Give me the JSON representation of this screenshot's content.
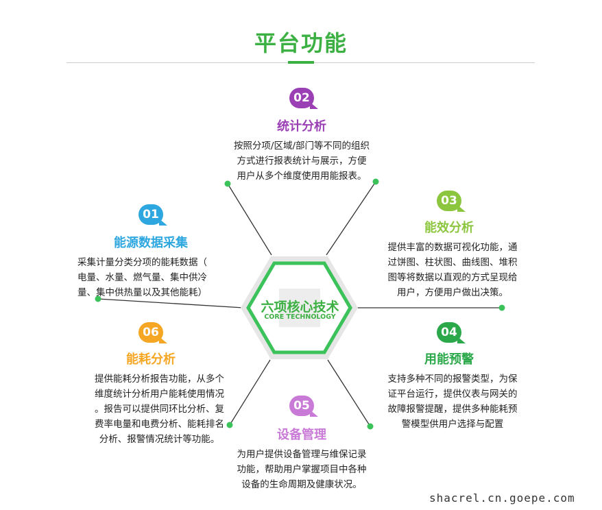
{
  "title": "平台功能",
  "core": {
    "cn": "六项核心技术",
    "en": "CORE TECHNOLOGY"
  },
  "features": [
    {
      "num": "01",
      "title": "能源数据采集",
      "color": "#2ea7e0",
      "lines": [
        "采集计量分类分项的能耗数据（",
        "电量、水量、燃气量、集中供冷",
        "量、集中供热量以及其他能耗）"
      ]
    },
    {
      "num": "02",
      "title": "统计分析",
      "color": "#9b3fb5",
      "lines": [
        "按照分项/区域/部门等不同的组织",
        "方式进行报表统计与展示，方便",
        "用户从多个维度使用用能报表。"
      ]
    },
    {
      "num": "03",
      "title": "能效分析",
      "color": "#8cc63f",
      "lines": [
        "提供丰富的数据可视化功能，通",
        "过饼图、柱状图、曲线图、堆积",
        "图等将数据以直观的方式呈现给",
        "用户，方便用户做出决策。"
      ]
    },
    {
      "num": "04",
      "title": "用能预警",
      "color": "#2aa84a",
      "lines": [
        "支持多种不同的报警类型，为保",
        "证平台运行，提供仪表与网关的",
        "故障报警提醒，提供多种能耗预",
        "警模型供用户选择与配置"
      ]
    },
    {
      "num": "05",
      "title": "设备管理",
      "color": "#c97ad6",
      "lines": [
        "为用户提供设备管理与维保记录",
        "功能，帮助用户掌握项目中各种",
        "设备的生命周期及健康状况。"
      ]
    },
    {
      "num": "06",
      "title": "能耗分析",
      "color": "#f5a623",
      "lines": [
        "提供能耗分析报告功能，从多个",
        "维度统计分析用户能耗使用情况",
        "。报告可以提供同环比分析、复",
        "费率电量和电费分析、能耗排名",
        "分析、报警情况统计等功能。"
      ]
    }
  ],
  "watermark": "shacrel.cn.goepe.com"
}
